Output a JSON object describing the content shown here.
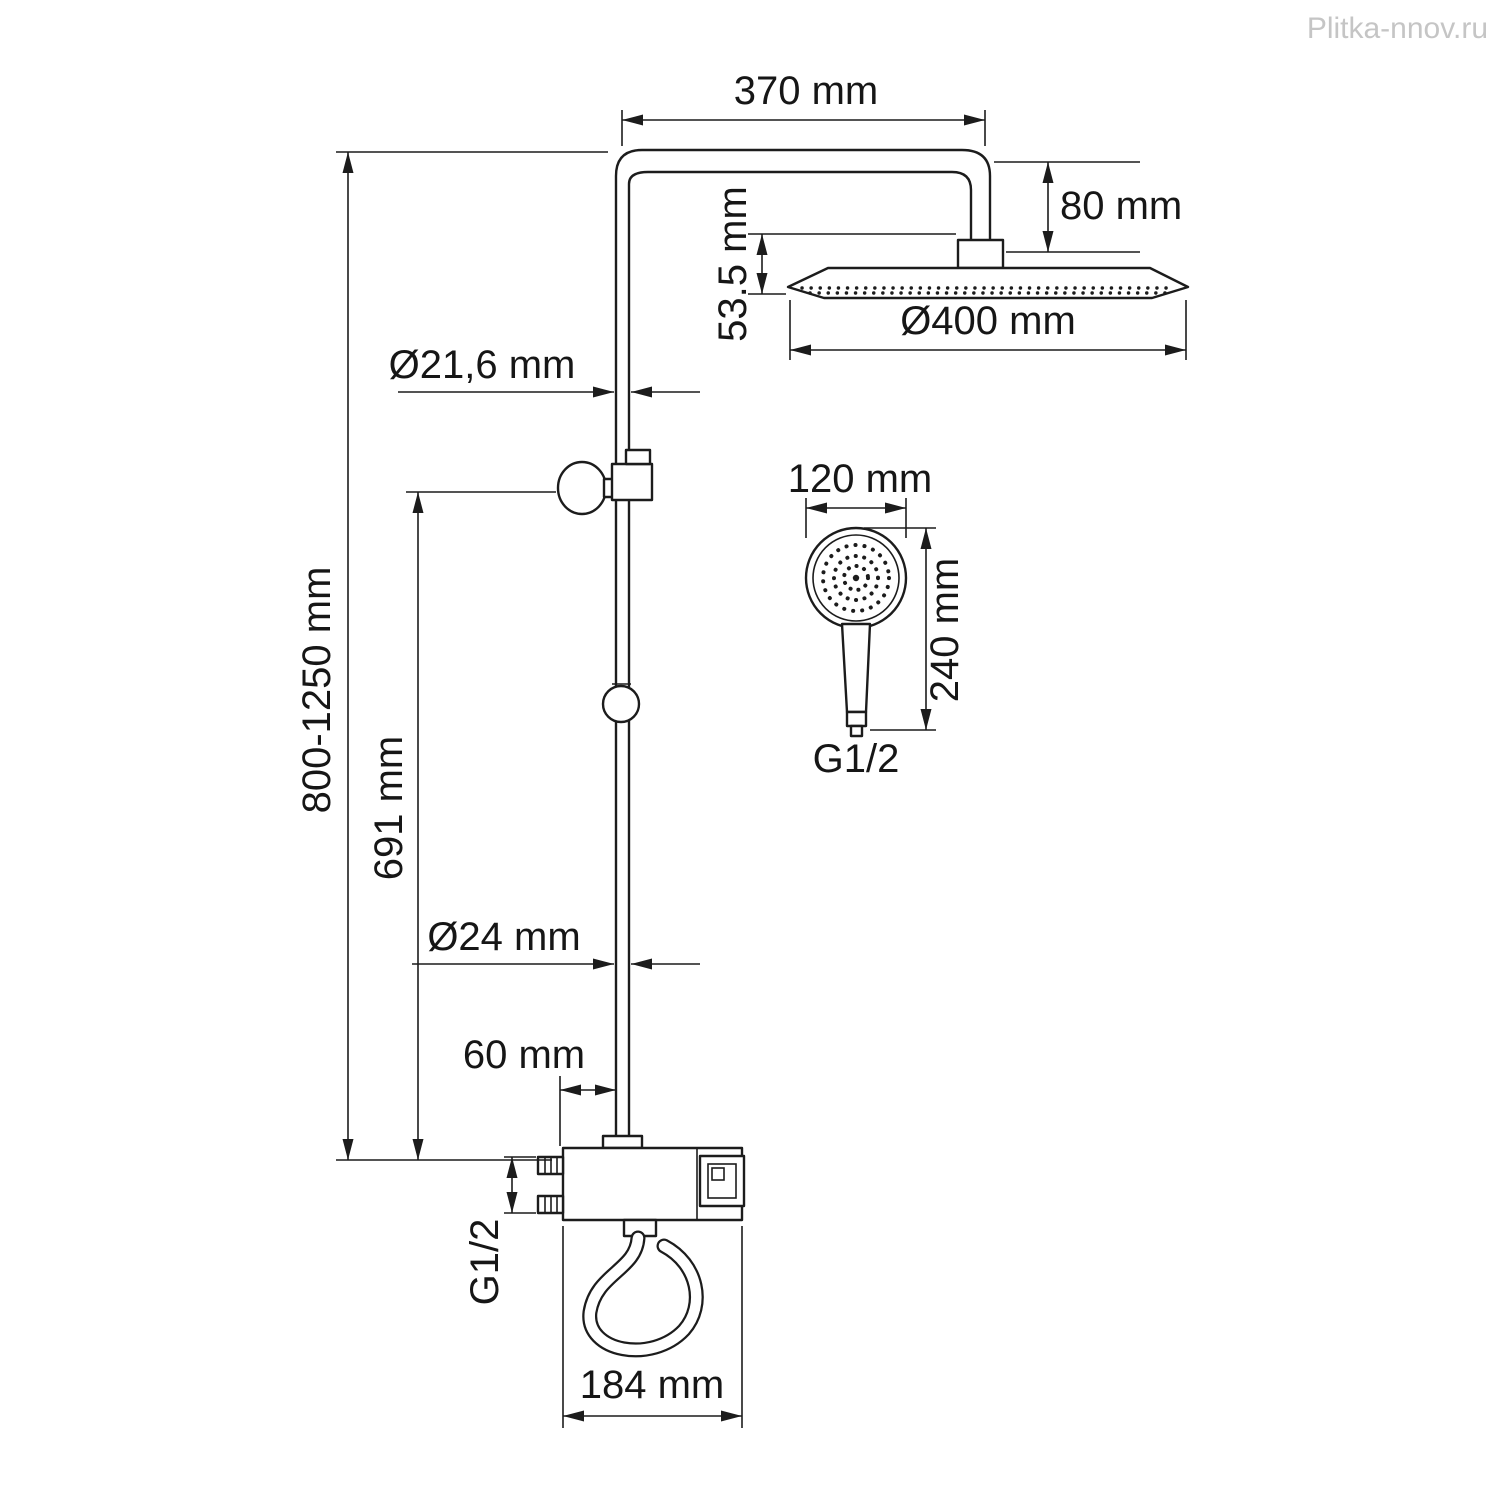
{
  "watermark": "Plitka-nnov.ru",
  "labels": {
    "arm_length": "370 mm",
    "arm_drop": "80 mm",
    "head_height": "53.5 mm",
    "head_diameter": "Ø400 mm",
    "upper_pipe_diameter": "Ø21,6 mm",
    "column_height": "800-1250 mm",
    "bracket_height": "691 mm",
    "handshower_diameter": "120 mm",
    "handshower_length": "240 mm",
    "handshower_thread": "G1/2",
    "lower_pipe_diameter": "Ø24 mm",
    "pipe_offset": "60 mm",
    "mixer_thread": "G1/2",
    "mixer_width": "184 mm"
  }
}
